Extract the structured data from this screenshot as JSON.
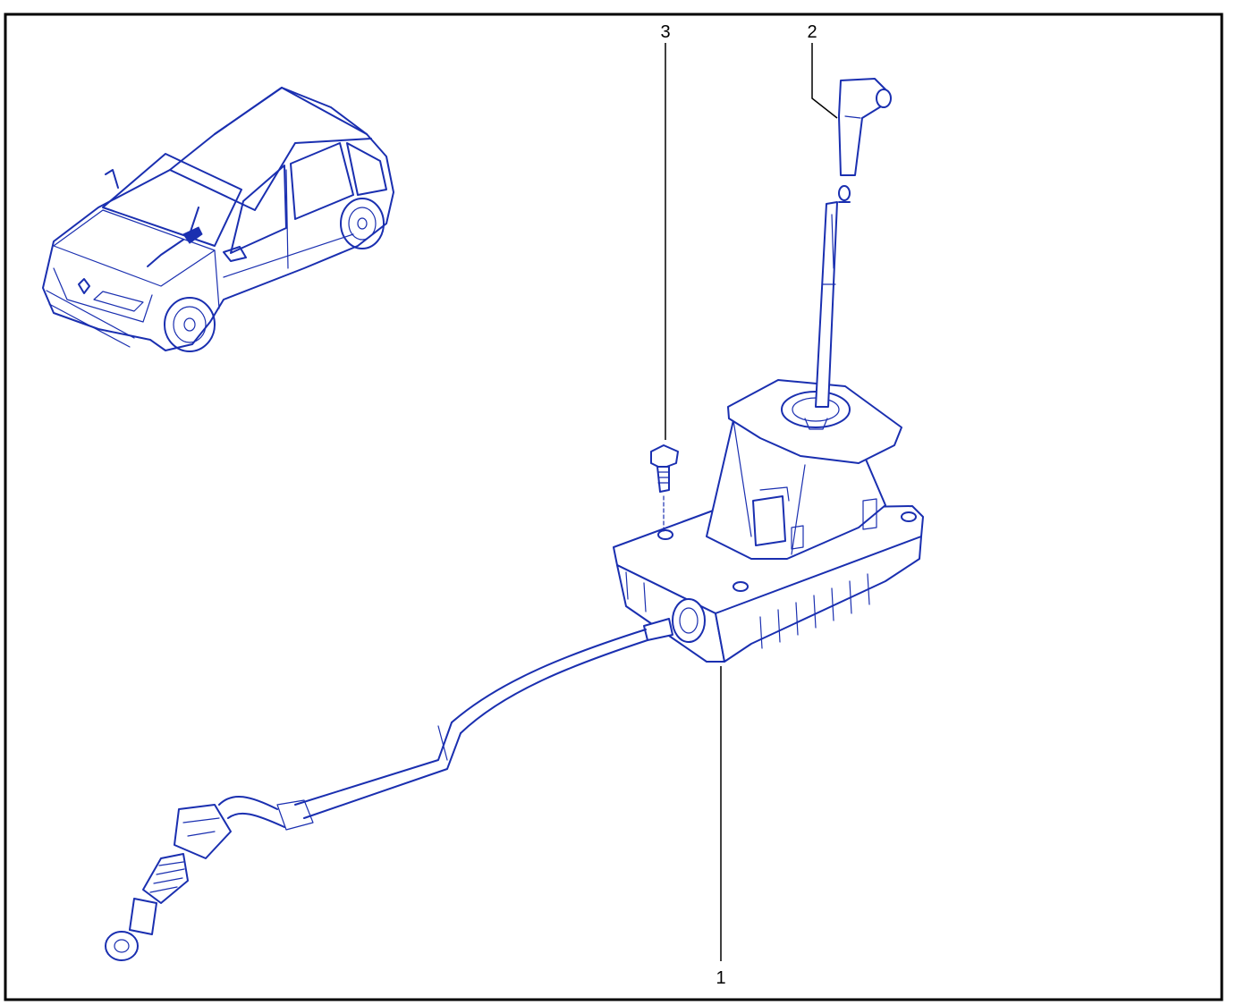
{
  "colors": {
    "ink": "#1a2fb0",
    "frame": "#000000",
    "background": "#ffffff"
  },
  "callouts": {
    "c1": "1",
    "c2": "2",
    "c3": "3"
  }
}
